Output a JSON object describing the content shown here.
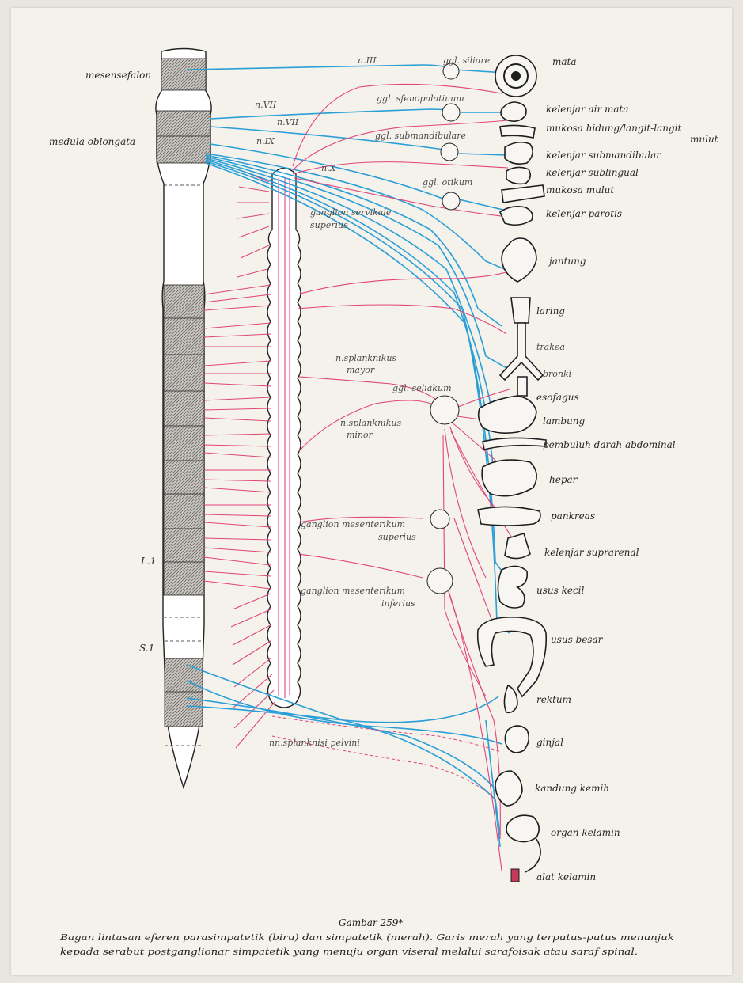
{
  "palette": {
    "parasympathetic": "#2a9fd6",
    "sympathetic": "#e0447a",
    "outline": "#222222"
  },
  "spinal": {
    "mesensefalon": "mesensefalon",
    "medula": "medula oblongata",
    "l1": "L.1",
    "s1": "S.1"
  },
  "nerves": {
    "n3": "n.III",
    "n7a": "n.VII",
    "n7b": "n.VII",
    "n9": "n.IX",
    "n10": "n.X",
    "spl_mayor_1": "n.splanknikus",
    "spl_mayor_2": "mayor",
    "spl_minor_1": "n.splanknikus",
    "spl_minor_2": "minor",
    "pelvini": "nn.splanknisi pelvini"
  },
  "ganglia": {
    "siliare": "ggl. siliare",
    "sfeno": "ggl. sfenopalatinum",
    "submand": "ggl. submandibulare",
    "otikum": "ggl. otikum",
    "servikal_1": "ganglion servikale",
    "servikal_2": "superius",
    "seliakum": "ggl. seliakum",
    "mes_sup_1": "ganglion mesenterikum",
    "mes_sup_2": "superius",
    "mes_inf_1": "ganglion mesenterikum",
    "mes_inf_2": "inferius"
  },
  "organs": {
    "mata": "mata",
    "air_mata": "kelenjar air mata",
    "mukosa_1": "mukosa hidung/langit-langit",
    "mukosa_2": "mulut",
    "submandibular": "kelenjar submandibular",
    "sublingual": "kelenjar sublingual",
    "mukosa_mulut": "mukosa mulut",
    "parotis": "kelenjar parotis",
    "jantung": "jantung",
    "laring": "laring",
    "trakea": "trakea",
    "bronki": "bronki",
    "esofagus": "esofagus",
    "lambung": "lambung",
    "pembuluh": "pembuluh darah abdominal",
    "hepar": "hepar",
    "pankreas": "pankreas",
    "suprarenal": "kelenjar suprarenal",
    "usus_kecil": "usus kecil",
    "usus_besar": "usus besar",
    "rektum": "rektum",
    "ginjal": "ginjal",
    "kandung": "kandung kemih",
    "organ_kel": "organ kelamin",
    "alat_kel": "alat kelamin"
  },
  "caption": {
    "title": "Gambar 259*",
    "line1": "Bagan lintasan eferen parasimpatetik (biru) dan simpatetik (merah). Garis merah yang terputus-putus menunjuk",
    "line2": "kepada serabut postganglionar simpatetik yang menuju organ viseral melalui sarafoisak atau saraf spinal."
  }
}
